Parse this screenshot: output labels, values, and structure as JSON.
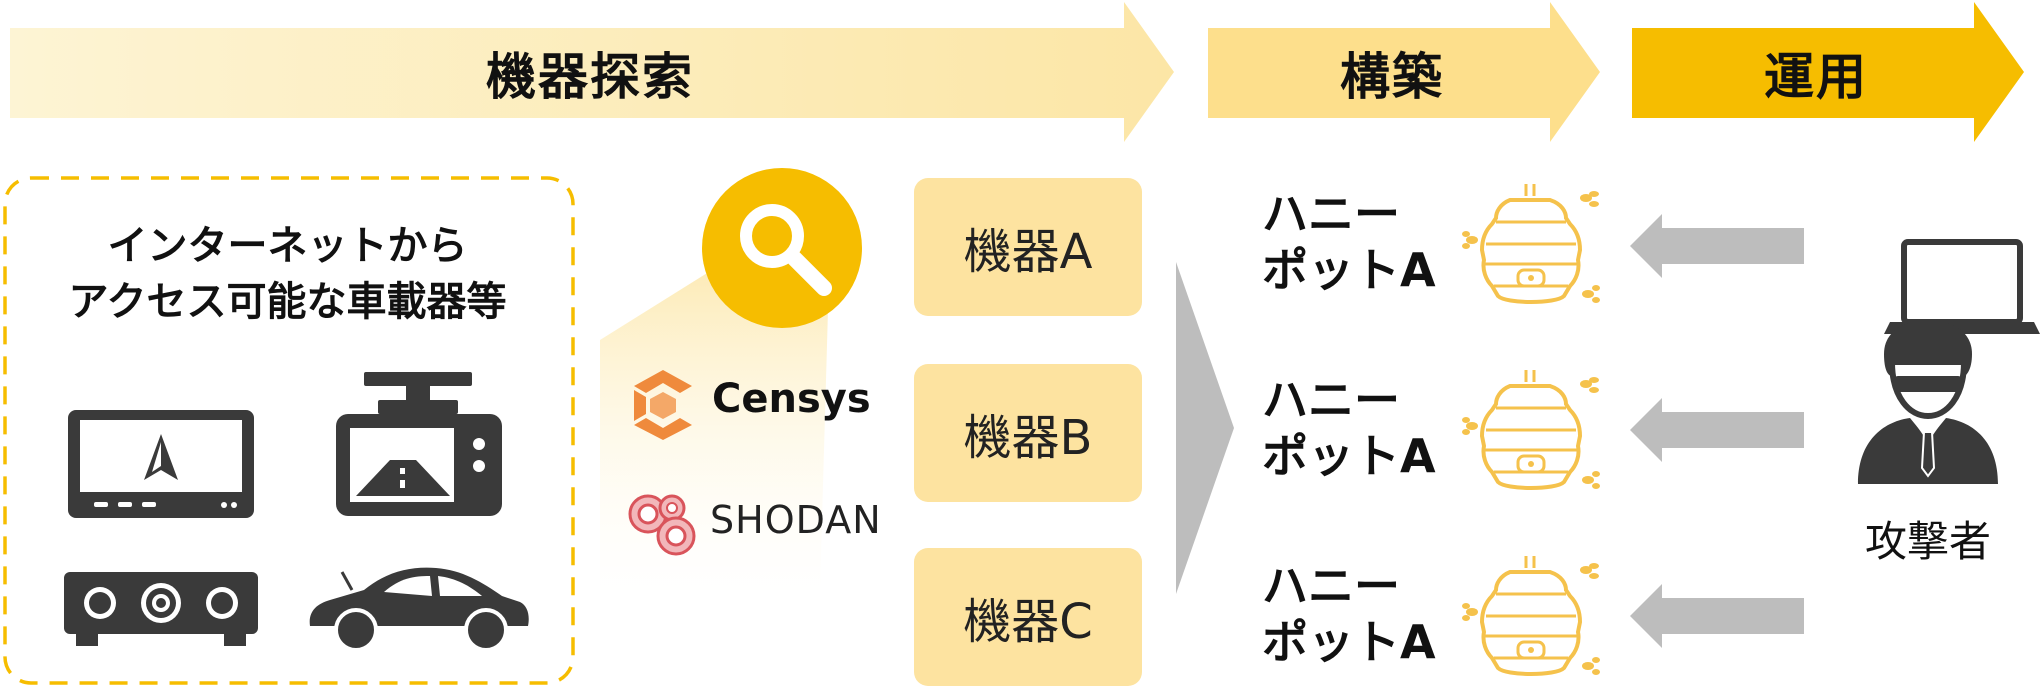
{
  "phases": [
    {
      "label": "機器探索"
    },
    {
      "label": "構築"
    },
    {
      "label": "運用"
    }
  ],
  "iot_group": {
    "title_line1": "インターネットから",
    "title_line2": "アクセス可能な車載器等"
  },
  "search_engines": [
    {
      "name": "Censys"
    },
    {
      "name": "SHODAN"
    }
  ],
  "devices": [
    {
      "label": "機器A"
    },
    {
      "label": "機器B"
    },
    {
      "label": "機器C"
    }
  ],
  "honeypots": [
    {
      "line1": "ハニー",
      "line2": "ポットA"
    },
    {
      "line1": "ハニー",
      "line2": "ポットA"
    },
    {
      "line1": "ハニー",
      "line2": "ポットA"
    }
  ],
  "attacker": {
    "label": "攻撃者"
  },
  "colors": {
    "phase_explore": "#fdf0c3",
    "phase_build": "#fcdf8a",
    "phase_operate": "#f6bd00",
    "accent": "#f5b800",
    "device_box": "#fde3a0",
    "gray_arrow": "#bdbdbd",
    "icon_dark": "#3a3a3a"
  },
  "icons": [
    "search-icon",
    "car-navigation-icon",
    "dashcam-icon",
    "car-audio-icon",
    "car-icon",
    "censys-logo-icon",
    "shodan-logo-icon",
    "beehive-icon",
    "laptop-icon",
    "hacker-icon"
  ]
}
